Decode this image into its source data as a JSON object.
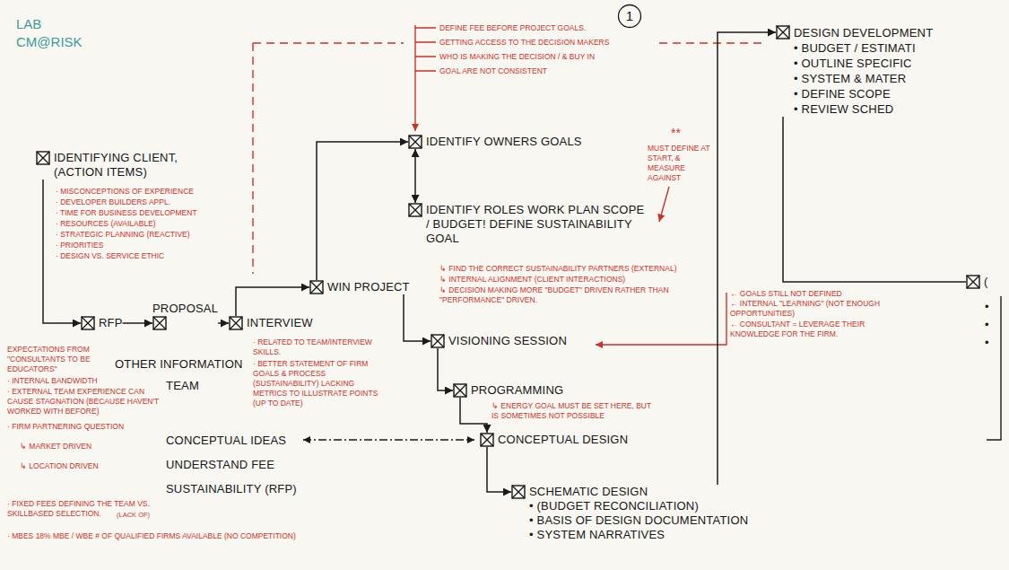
{
  "diagram": {
    "nodes": [
      {
        "text": [
          "1"
        ]
      },
      {
        "text": [
          "IDENTIFYING CLIENT, (ACTION ITEMS)"
        ]
      },
      {
        "text": [
          "RFP"
        ]
      },
      {
        "text": [
          "PROPOSAL"
        ]
      },
      {
        "text": [
          "INTERVIEW"
        ]
      },
      {
        "text": [
          "WIN PROJECT"
        ]
      },
      {
        "text": [
          "IDENTIFY OWNERS GOALS"
        ]
      },
      {
        "text": [
          "IDENTIFY ROLES WORK PLAN SCOPE / BUDGET! DEFINE SUSTAINABILITY GOAL"
        ]
      },
      {
        "text": [
          "VISIONING SESSION"
        ]
      },
      {
        "text": [
          "PROGRAMMING"
        ]
      },
      {
        "text": [
          "CONCEPTUAL DESIGN"
        ]
      },
      {
        "text": [
          "SCHEMATIC DESIGN",
          "• (BUDGET RECONCILIATION)",
          "• BASIS OF DESIGN DOCUMENTATION",
          "• SYSTEM NARRATIVES"
        ]
      },
      {
        "text": [
          "DESIGN DEVELOPMENT",
          "• BUDGET / ESTIMATI",
          "• OUTLINE SPECIFIC",
          "• SYSTEM & MATER",
          "• DEFINE SCOPE",
          "• REVIEW SCHED"
        ]
      },
      {
        "text": [
          "("
        ]
      }
    ],
    "edges": [
      {
        "from": 1,
        "to": 2,
        "arrow": "to"
      },
      {
        "from": 2,
        "to": 3,
        "arrow": "to"
      },
      {
        "from": 3,
        "to": 4,
        "arrow": "to"
      },
      {
        "from": 4,
        "to": 5,
        "arrow": "to"
      },
      {
        "from": 5,
        "to": 6,
        "arrow": "to"
      },
      {
        "from": 5,
        "to": 8,
        "arrow": "to"
      },
      {
        "from": 6,
        "to": 7,
        "arrow": "both"
      },
      {
        "from": 8,
        "to": 9,
        "arrow": "to"
      },
      {
        "from": 9,
        "to": 10,
        "arrow": "to"
      },
      {
        "from": 10,
        "to": 11,
        "arrow": "to"
      },
      {
        "from": 11,
        "to": 12,
        "arrow": "to"
      },
      {
        "from": 12,
        "to": 13,
        "arrow": "none"
      }
    ],
    "labels": [
      "LAB",
      "CM@RISK",
      "DEFINE FEE BEFORE PROJECT GOALS.",
      "GETTING ACCESS TO THE DECISION MAKERS",
      "WHO IS MAKING THE DECISION / & BUY IN",
      "GOAL ARE NOT CONSISTENT",
      "· MISCONCEPTIONS OF EXPERIENCE",
      "· DEVELOPER BUILDERS APPL.",
      "· TIME FOR BUSINESS DEVELOPMENT",
      "· RESOURCES (AVAILABLE)",
      "· STRATEGIC PLANNING (REACTIVE)",
      "· PRIORITIES",
      "· DESIGN VS. SERVICE ETHIC",
      "**",
      "MUST DEFINE AT START, & MEASURE AGAINST",
      "↳ FIND THE CORRECT SUSTAINABILITY PARTNERS (EXTERNAL)",
      "↳ INTERNAL ALIGNMENT (CLIENT INTERACTIONS)",
      "↳ DECISION MAKING MORE \"BUDGET\" DRIVEN RATHER THAN \"PERFORMANCE\" DRIVEN.",
      "EXPECTATIONS FROM \"CONSULTANTS TO BE EDUCATORS\"",
      "· INTERNAL BANDWIDTH",
      "· EXTERNAL TEAM EXPERIENCE CAN CAUSE STAGNATION (BECAUSE HAVEN'T WORKED WITH BEFORE)",
      "· FIRM PARTNERING QUESTION",
      "↳ MARKET DRIVEN",
      "↳ LOCATION DRIVEN",
      "· FIXED FEES DEFINING THE TEAM VS. SKILLBASED SELECTION.",
      "(LACK OF)",
      "· MBES 18% MBE / WBE # OF QUALIFIED FIRMS AVAILABLE (NO COMPETITION)",
      "· RELATED TO TEAM/INTERVIEW SKILLS.",
      "· BETTER STATEMENT OF FIRM GOALS & PROCESS (SUSTAINABILITY) LACKING METRICS TO ILLUSTRATE POINTS (UP TO DATE)",
      "↳ ENERGY GOAL MUST BE SET HERE, BUT IS SOMETIMES NOT POSSIBLE",
      "← GOALS STILL NOT DEFINED",
      "← INTERNAL \"LEARNING\" (NOT ENOUGH OPPORTUNITIES)",
      "← CONSULTANT = LEVERAGE THEIR KNOWLEDGE FOR THE FIRM.",
      "OTHER INFORMATION",
      "TEAM",
      "CONCEPTUAL IDEAS",
      "UNDERSTAND FEE",
      "SUSTAINABILITY (RFP)",
      "•",
      "•",
      "•"
    ]
  }
}
